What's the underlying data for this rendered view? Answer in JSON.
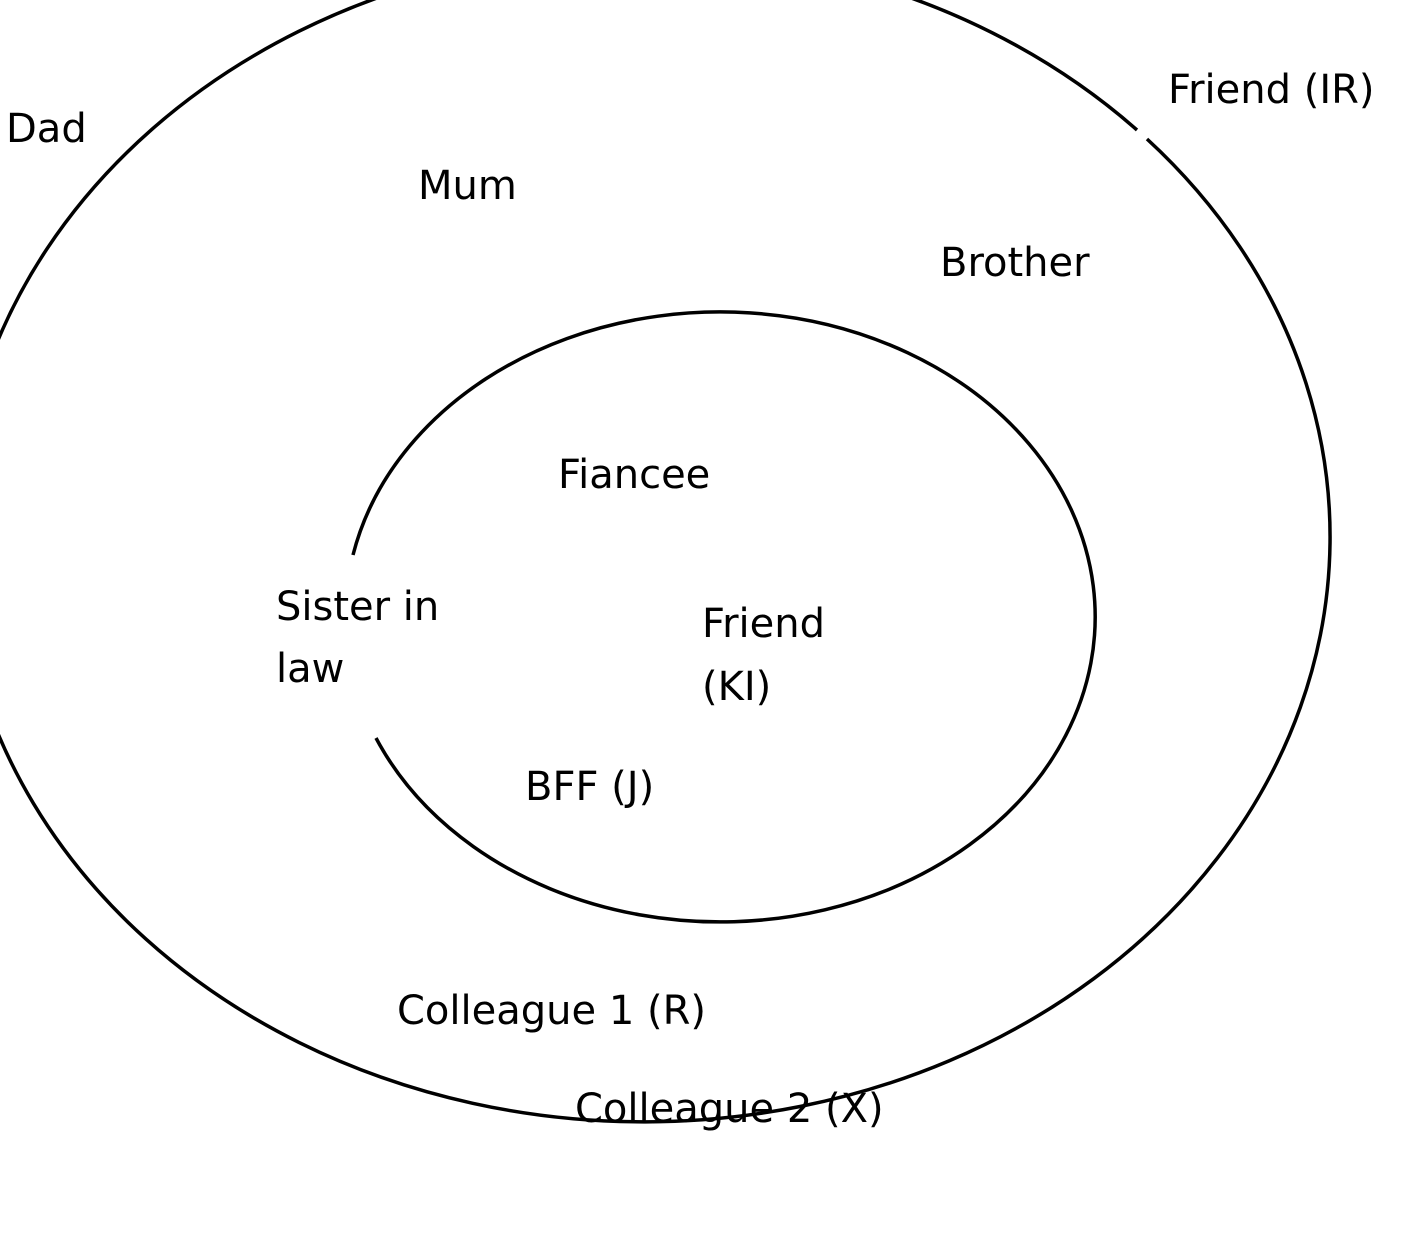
{
  "colors": {
    "background": "#ffffff",
    "line": "#000000",
    "text": "#000000"
  },
  "labels": {
    "dad": "Dad",
    "friend_ir": "Friend (IR)",
    "mum": "Mum",
    "brother": "Brother",
    "fiancee": "Fiancee",
    "sister_in_law_line1": "Sister in",
    "sister_in_law_line2": "law",
    "friend_ki_line1": "Friend",
    "friend_ki_line2": "(KI)",
    "bff_j": "BFF (J)",
    "colleague_1": "Colleague 1 (R)",
    "colleague_2": "Colleague 2 (X)"
  }
}
